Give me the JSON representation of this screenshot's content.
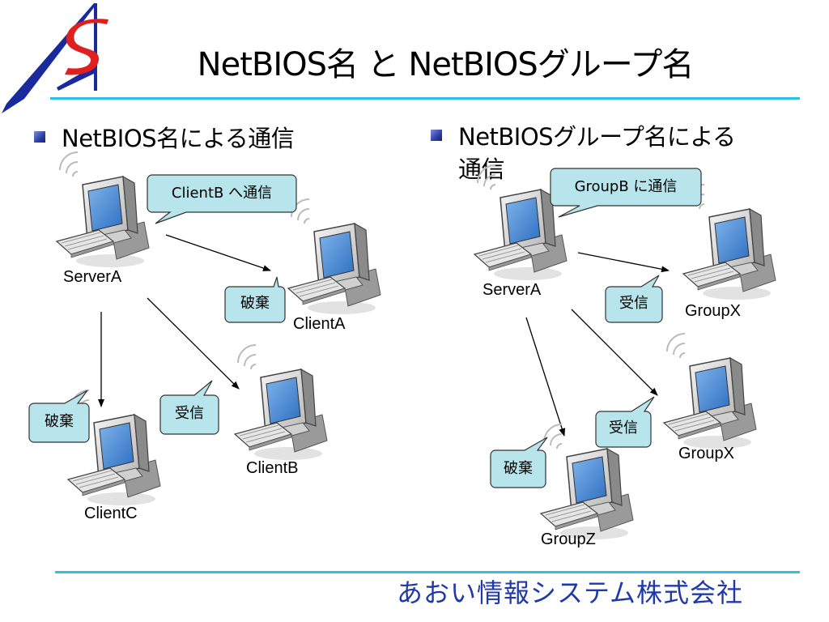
{
  "title": "NetBIOS名 と NetBIOSグループ名",
  "footer": "あおい情報システム株式会社",
  "colors": {
    "accent_line": "#2fbfe0",
    "bubble_fill": "#b8e4ec",
    "bullet": "#2c3ea8",
    "logo_blue": "#1a2a9c",
    "logo_red": "#e02020",
    "footer_text": "#1f3aa8"
  },
  "left": {
    "heading": "NetBIOS名による通信",
    "nodes": {
      "server": "ServerA",
      "client_a": "ClientA",
      "client_b": "ClientB",
      "client_c": "ClientC"
    },
    "callouts": {
      "send": "ClientB へ通信",
      "client_a": "破棄",
      "client_b": "受信",
      "client_c": "破棄"
    }
  },
  "right": {
    "heading_line1": "NetBIOSグループ名による",
    "heading_line2": "通信",
    "nodes": {
      "server": "ServerA",
      "group_x1": "GroupX",
      "group_x2": "GroupX",
      "group_z": "GroupZ"
    },
    "callouts": {
      "send": "GroupB に通信",
      "group_x1": "受信",
      "group_x2": "受信",
      "group_z": "破棄"
    }
  }
}
